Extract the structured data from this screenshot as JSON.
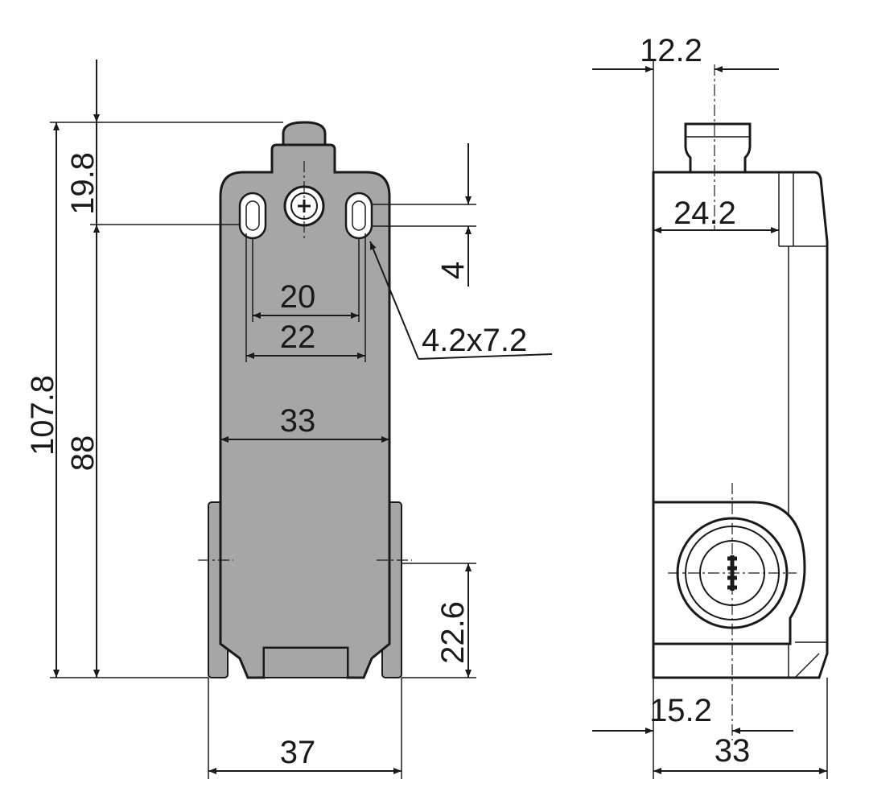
{
  "front_view": {
    "dim_total_height": "107.8",
    "dim_head_height": "19.8",
    "dim_body_height": "88",
    "dim_slot_vertical": "4",
    "dim_hole_inner": "20",
    "dim_hole_outer": "22",
    "dim_slot_size": "4.2x7.2",
    "dim_body_width": "33",
    "dim_base_width": "37",
    "dim_base_height": "22.6"
  },
  "side_view": {
    "dim_actuator_offset": "12.2",
    "dim_top_width": "24.2",
    "dim_base_offset": "15.2",
    "dim_depth": "33"
  }
}
